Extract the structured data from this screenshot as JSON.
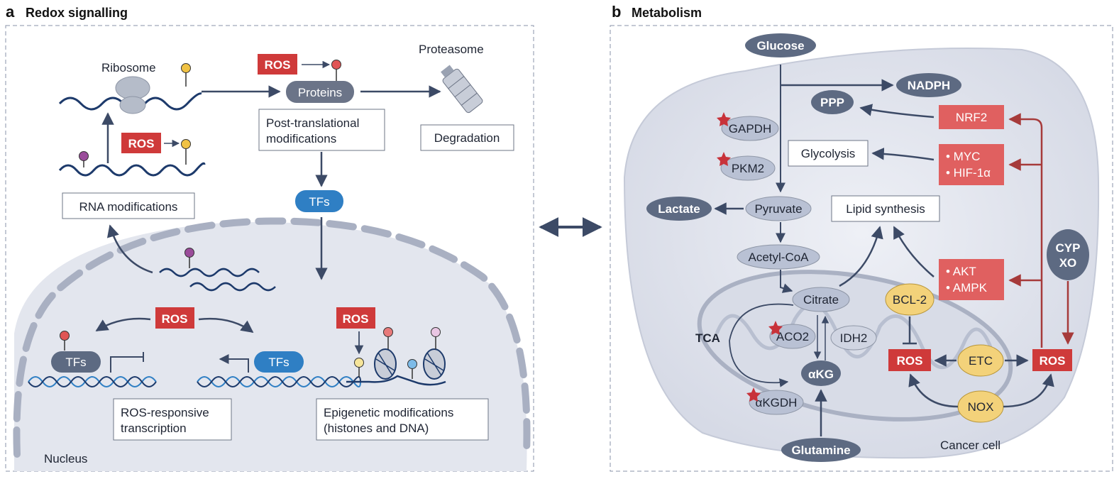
{
  "panel_a": {
    "letter": "a",
    "title": "Redox signalling",
    "ribosome": "Ribosome",
    "proteins": "Proteins",
    "proteasome": "Proteasome",
    "post_translational_1": "Post-translational",
    "post_translational_2": "modifications",
    "degradation": "Degradation",
    "rna_modifications": "RNA modifications",
    "tfs": "TFs",
    "ros": "ROS",
    "ros_responsive_1": "ROS-responsive",
    "ros_responsive_2": "transcription",
    "epigenetic_1": "Epigenetic modifications",
    "epigenetic_2": "(histones and DNA)",
    "nucleus": "Nucleus"
  },
  "panel_b": {
    "letter": "b",
    "title": "Metabolism",
    "glucose": "Glucose",
    "nadph": "NADPH",
    "ppp": "PPP",
    "nrf2": "NRF2",
    "gapdh": "GAPDH",
    "glycolysis": "Glycolysis",
    "myc": "• MYC",
    "hif1a": "• HIF-1α",
    "pkm2": "PKM2",
    "lactate": "Lactate",
    "pyruvate": "Pyruvate",
    "lipid_synthesis": "Lipid synthesis",
    "acetyl_coa": "Acetyl-CoA",
    "cyp": "CYP",
    "xo": "XO",
    "akt": "• AKT",
    "ampk": "• AMPK",
    "citrate": "Citrate",
    "bcl2": "BCL-2",
    "tca": "TCA",
    "aco2": "ACO2",
    "idh2": "IDH2",
    "ros": "ROS",
    "etc": "ETC",
    "akg": "αKG",
    "akgdh": "αKGDH",
    "nox": "NOX",
    "glutamine": "Glutamine",
    "cancer_cell": "Cancer cell"
  },
  "colors": {
    "ros_red": "#cf3a3a",
    "signal_red": "#e06060",
    "dark_node": "#5d6a82",
    "light_node": "#b9c1d4",
    "tf_blue": "#2f7fc4",
    "yellow_node": "#f3d27a",
    "arrow": "#3c4a66"
  }
}
